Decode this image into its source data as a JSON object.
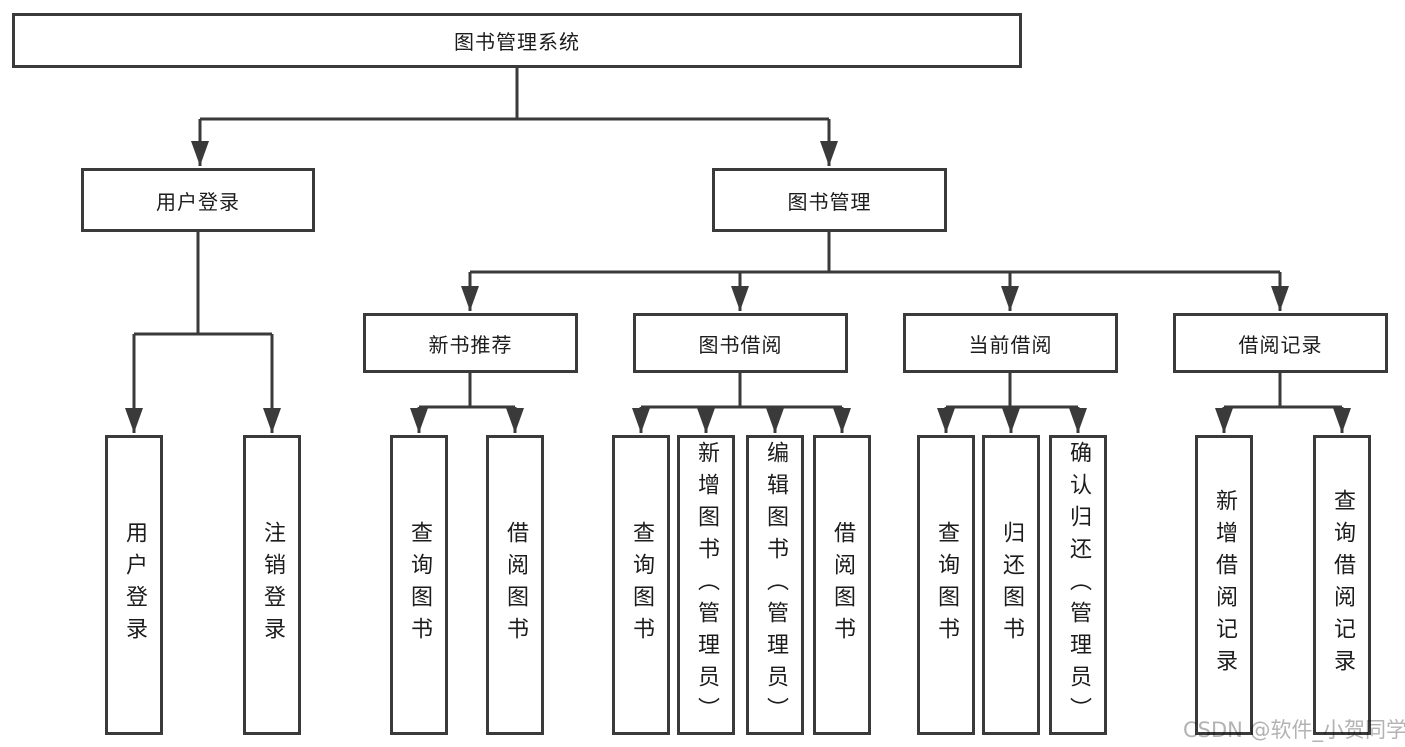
{
  "diagram": {
    "root": {
      "label": "图书管理系统"
    },
    "level2": [
      {
        "id": "user-login",
        "label": "用户登录"
      },
      {
        "id": "book-management",
        "label": "图书管理"
      }
    ],
    "level3": [
      {
        "id": "new-book-recommend",
        "label": "新书推荐"
      },
      {
        "id": "book-borrow",
        "label": "图书借阅"
      },
      {
        "id": "current-borrow",
        "label": "当前借阅"
      },
      {
        "id": "borrow-records",
        "label": "借阅记录"
      }
    ],
    "leaves": [
      {
        "id": "user-login-leaf",
        "label": "用户登录"
      },
      {
        "id": "logout",
        "label": "注销登录"
      },
      {
        "id": "query-books-recommend",
        "label": "查询图书"
      },
      {
        "id": "borrow-books-recommend",
        "label": "借阅图书"
      },
      {
        "id": "query-books-borrow",
        "label": "查询图书"
      },
      {
        "id": "add-books-admin",
        "label": "新增图书（管理员）"
      },
      {
        "id": "edit-books-admin",
        "label": "编辑图书（管理员）"
      },
      {
        "id": "borrow-books-borrow",
        "label": "借阅图书"
      },
      {
        "id": "query-books-current",
        "label": "查询图书"
      },
      {
        "id": "return-books",
        "label": "归还图书"
      },
      {
        "id": "confirm-return-admin",
        "label": "确认归还（管理员）"
      },
      {
        "id": "add-borrow-record",
        "label": "新增借阅记录"
      },
      {
        "id": "query-borrow-record",
        "label": "查询借阅记录"
      }
    ],
    "watermark": "CSDN @软件_小贺同学",
    "colors": {
      "line": "#3a3a3a",
      "text": "#1c1c1c",
      "watermark": "#b3b3b3",
      "box_bg": "#ffffff"
    }
  }
}
